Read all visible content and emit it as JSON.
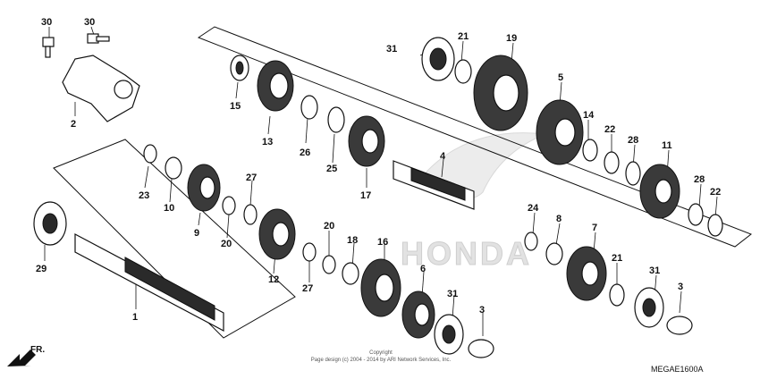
{
  "diagram": {
    "brand_watermark": "HONDA",
    "copyright_line1": "Copyright",
    "copyright_line2": "Page design (c) 2004 - 2014 by ARI Network Services, Inc.",
    "diagram_code": "MEGAE1600A",
    "direction_label": "FR.",
    "callouts": [
      "30",
      "30",
      "2",
      "15",
      "13",
      "26",
      "25",
      "17",
      "23",
      "10",
      "27",
      "9",
      "20",
      "12",
      "27",
      "20",
      "18",
      "16",
      "6",
      "31",
      "3",
      "4",
      "31",
      "21",
      "19",
      "5",
      "14",
      "22",
      "28",
      "11",
      "28",
      "22",
      "24",
      "8",
      "7",
      "21",
      "31",
      "3",
      "29",
      "1"
    ]
  },
  "colors": {
    "ink": "#111111",
    "watermark": "#e2e2e2",
    "background": "#ffffff"
  }
}
